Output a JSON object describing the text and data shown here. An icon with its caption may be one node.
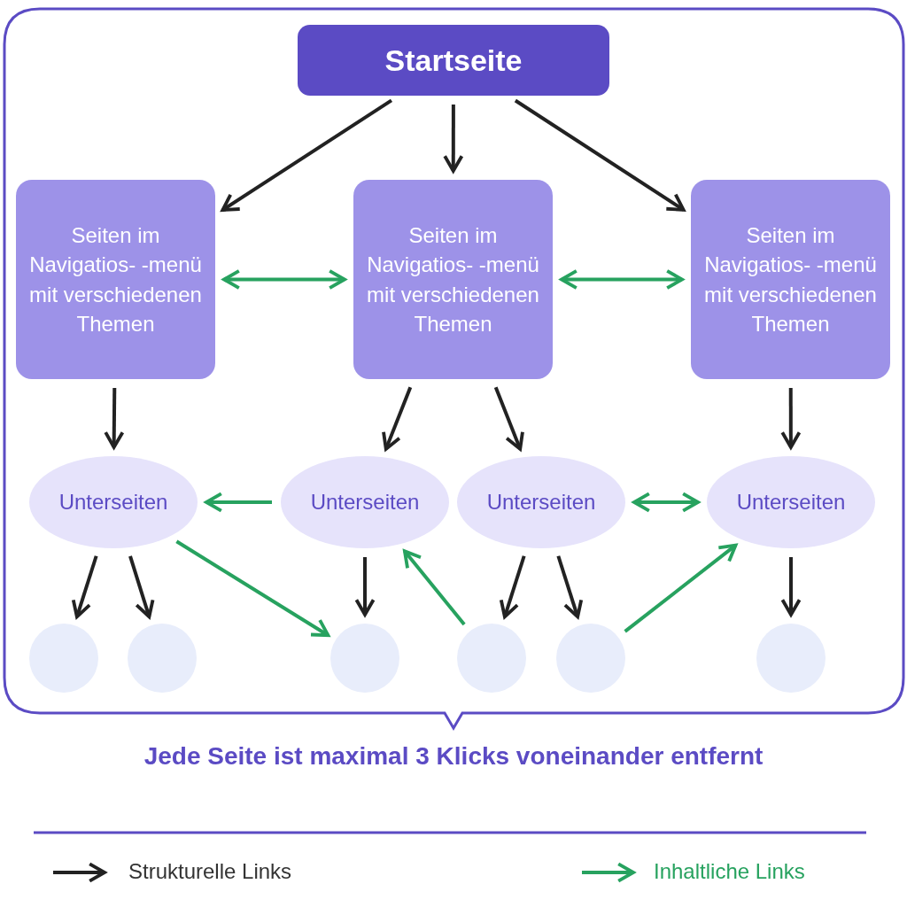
{
  "diagram": {
    "caption": "Jede Seite ist maximal 3 Klicks voneinander entfernt",
    "nodes": [
      {
        "text": [
          "Startseite"
        ]
      },
      {
        "text": [
          "Seiten im Navigatios- -menü mit verschiedenen Themen"
        ]
      },
      {
        "text": [
          "Seiten im Navigatios- -menü mit verschiedenen Themen"
        ]
      },
      {
        "text": [
          "Seiten im Navigatios- -menü mit verschiedenen Themen"
        ]
      },
      {
        "text": [
          "Unterseiten"
        ]
      },
      {
        "text": [
          "Unterseiten"
        ]
      },
      {
        "text": [
          "Unterseiten"
        ]
      },
      {
        "text": [
          "Unterseiten"
        ]
      },
      {
        "text": [],
        "shape": "circle"
      },
      {
        "text": [],
        "shape": "circle"
      },
      {
        "text": [],
        "shape": "circle"
      },
      {
        "text": [],
        "shape": "circle"
      },
      {
        "text": [],
        "shape": "circle"
      },
      {
        "text": [],
        "shape": "circle"
      }
    ],
    "edges": [
      {
        "from": 0,
        "to": 1,
        "arrow": "to"
      },
      {
        "from": 0,
        "to": 2,
        "arrow": "to"
      },
      {
        "from": 0,
        "to": 3,
        "arrow": "to"
      },
      {
        "from": 1,
        "to": 2,
        "arrow": "both",
        "color": "#27a25f"
      },
      {
        "from": 2,
        "to": 3,
        "arrow": "both",
        "color": "#27a25f"
      },
      {
        "from": 1,
        "to": 4,
        "arrow": "to"
      },
      {
        "from": 2,
        "to": 5,
        "arrow": "to"
      },
      {
        "from": 2,
        "to": 6,
        "arrow": "to"
      },
      {
        "from": 3,
        "to": 7,
        "arrow": "to"
      },
      {
        "from": 5,
        "to": 4,
        "arrow": "to",
        "color": "#27a25f"
      },
      {
        "from": 6,
        "to": 7,
        "arrow": "both",
        "color": "#27a25f"
      },
      {
        "from": 4,
        "to": 8,
        "arrow": "to"
      },
      {
        "from": 4,
        "to": 9,
        "arrow": "to"
      },
      {
        "from": 4,
        "to": 10,
        "arrow": "to",
        "color": "#27a25f"
      },
      {
        "from": 5,
        "to": 10,
        "arrow": "to"
      },
      {
        "from": 11,
        "to": 5,
        "arrow": "to",
        "color": "#27a25f"
      },
      {
        "from": 6,
        "to": 11,
        "arrow": "to"
      },
      {
        "from": 6,
        "to": 12,
        "arrow": "to"
      },
      {
        "from": 12,
        "to": 7,
        "arrow": "to",
        "color": "#27a25f"
      },
      {
        "from": 7,
        "to": 13,
        "arrow": "to"
      }
    ],
    "legend": [
      {
        "text": "Strukturelle Links"
      },
      {
        "text": "Inhaltliche Links"
      }
    ]
  }
}
